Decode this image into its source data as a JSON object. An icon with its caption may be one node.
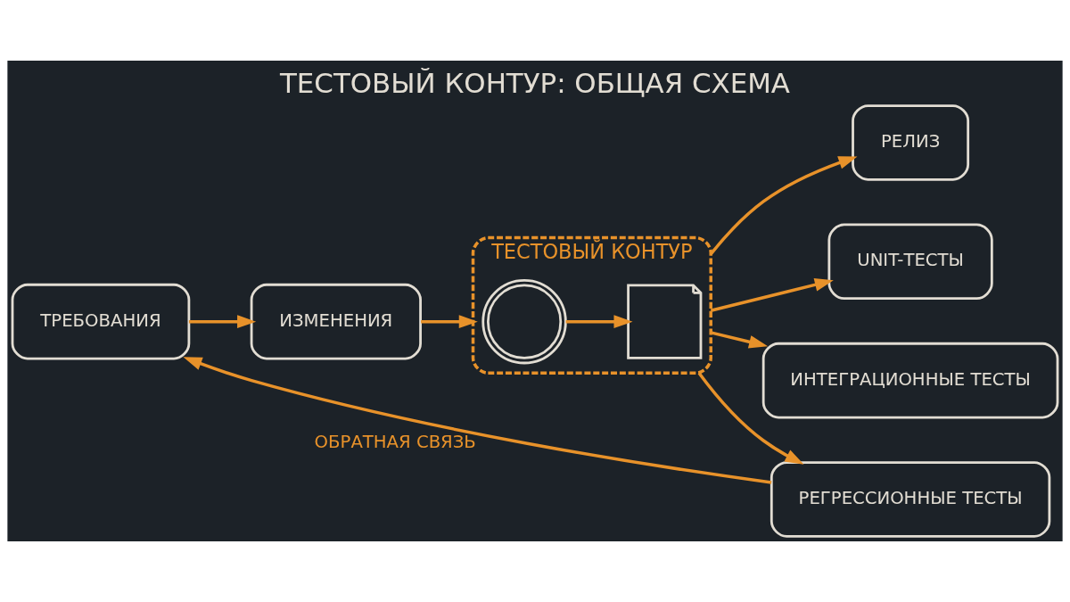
{
  "diagram": {
    "title": "ТЕСТОВЫЙ КОНТУР: ОБЩАЯ СХЕМА",
    "nodes": [
      {
        "text": [
          "ТРЕБОВАНИЯ"
        ]
      },
      {
        "text": [
          "ИЗМЕНЕНИЯ"
        ]
      },
      {
        "text": [
          "ТЕСТОВЫЙ КОНТУР"
        ]
      },
      {
        "text": [],
        "shape": "gear",
        "in": 2
      },
      {
        "text": [],
        "shape": "document",
        "in": 2
      },
      {
        "text": [
          "РЕЛИЗ"
        ]
      },
      {
        "text": [
          "UNIT-ТЕСТЫ"
        ]
      },
      {
        "text": [
          "ИНТЕГРАЦИОННЫЕ ТЕСТЫ"
        ]
      },
      {
        "text": [
          "РЕГРЕССИОННЫЕ ТЕСТЫ"
        ]
      }
    ],
    "edges": [
      {
        "from": 0,
        "to": 1,
        "arrow": "to"
      },
      {
        "from": 1,
        "to": 2,
        "arrow": "to"
      },
      {
        "from": 3,
        "to": 4,
        "arrow": "to"
      },
      {
        "from": 2,
        "to": 5,
        "arrow": "to"
      },
      {
        "from": 2,
        "to": 6,
        "arrow": "to"
      },
      {
        "from": 2,
        "to": 7,
        "arrow": "to"
      },
      {
        "from": 2,
        "to": 8,
        "arrow": "to"
      },
      {
        "from": 8,
        "to": 0,
        "arrow": "to",
        "label": "ОБРАТНАЯ СВЯЗЬ"
      }
    ]
  }
}
